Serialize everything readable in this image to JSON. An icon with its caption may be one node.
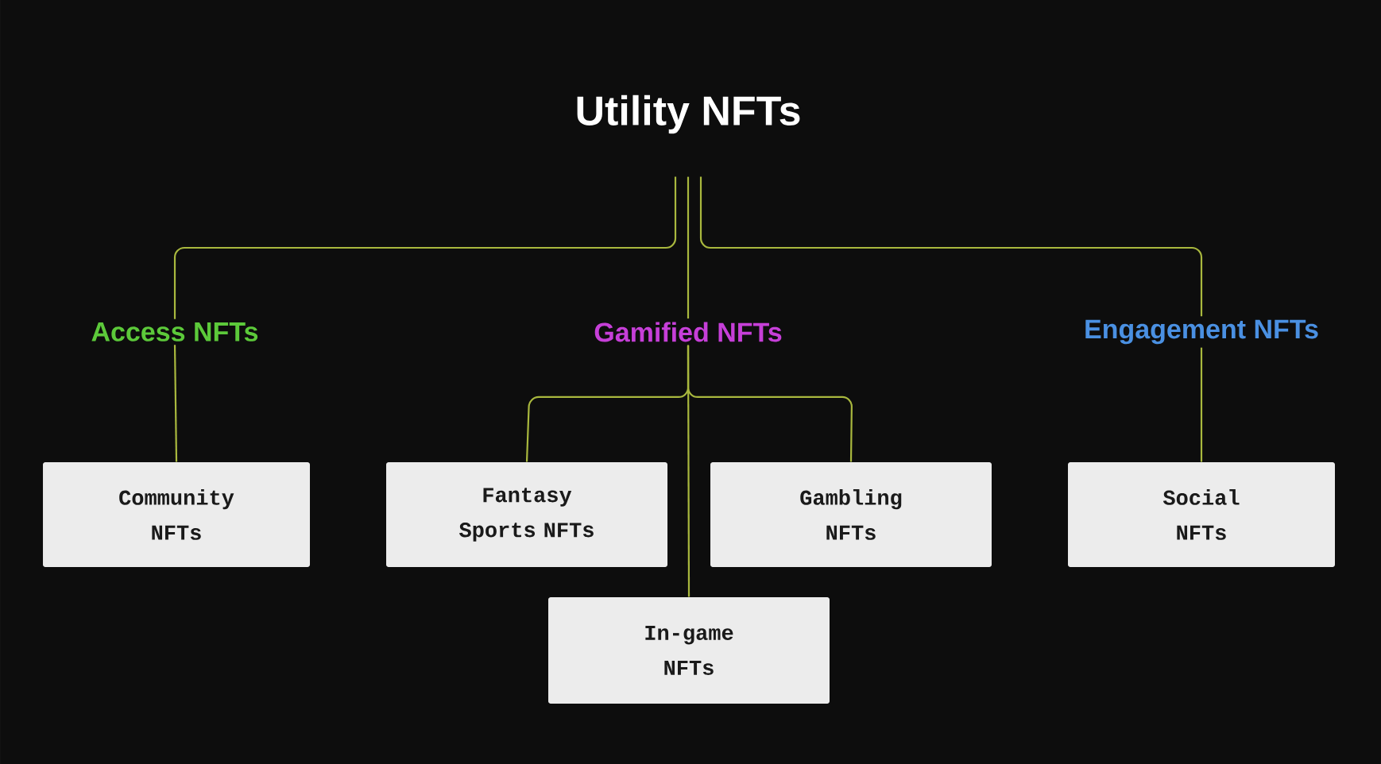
{
  "diagram": {
    "nodes": [
      {
        "text": [
          "Utility NFTs"
        ]
      },
      {
        "text": [
          "Access NFTs"
        ]
      },
      {
        "text": [
          "Gamified NFTs"
        ]
      },
      {
        "text": [
          "Engagement NFTs"
        ]
      },
      {
        "text": [
          "Community NFTs"
        ]
      },
      {
        "text": [
          "Fantasy Sports NFTs"
        ]
      },
      {
        "text": [
          "Gambling NFTs"
        ]
      },
      {
        "text": [
          "In-game NFTs"
        ]
      },
      {
        "text": [
          "Social NFTs"
        ]
      }
    ],
    "edges": [
      {
        "from": 0,
        "to": 1,
        "arrow": "none"
      },
      {
        "from": 0,
        "to": 2,
        "arrow": "none"
      },
      {
        "from": 0,
        "to": 3,
        "arrow": "none"
      },
      {
        "from": 1,
        "to": 4,
        "arrow": "none"
      },
      {
        "from": 2,
        "to": 5,
        "arrow": "none"
      },
      {
        "from": 2,
        "to": 6,
        "arrow": "none"
      },
      {
        "from": 2,
        "to": 7,
        "arrow": "none"
      },
      {
        "from": 3,
        "to": 8,
        "arrow": "none"
      }
    ]
  }
}
